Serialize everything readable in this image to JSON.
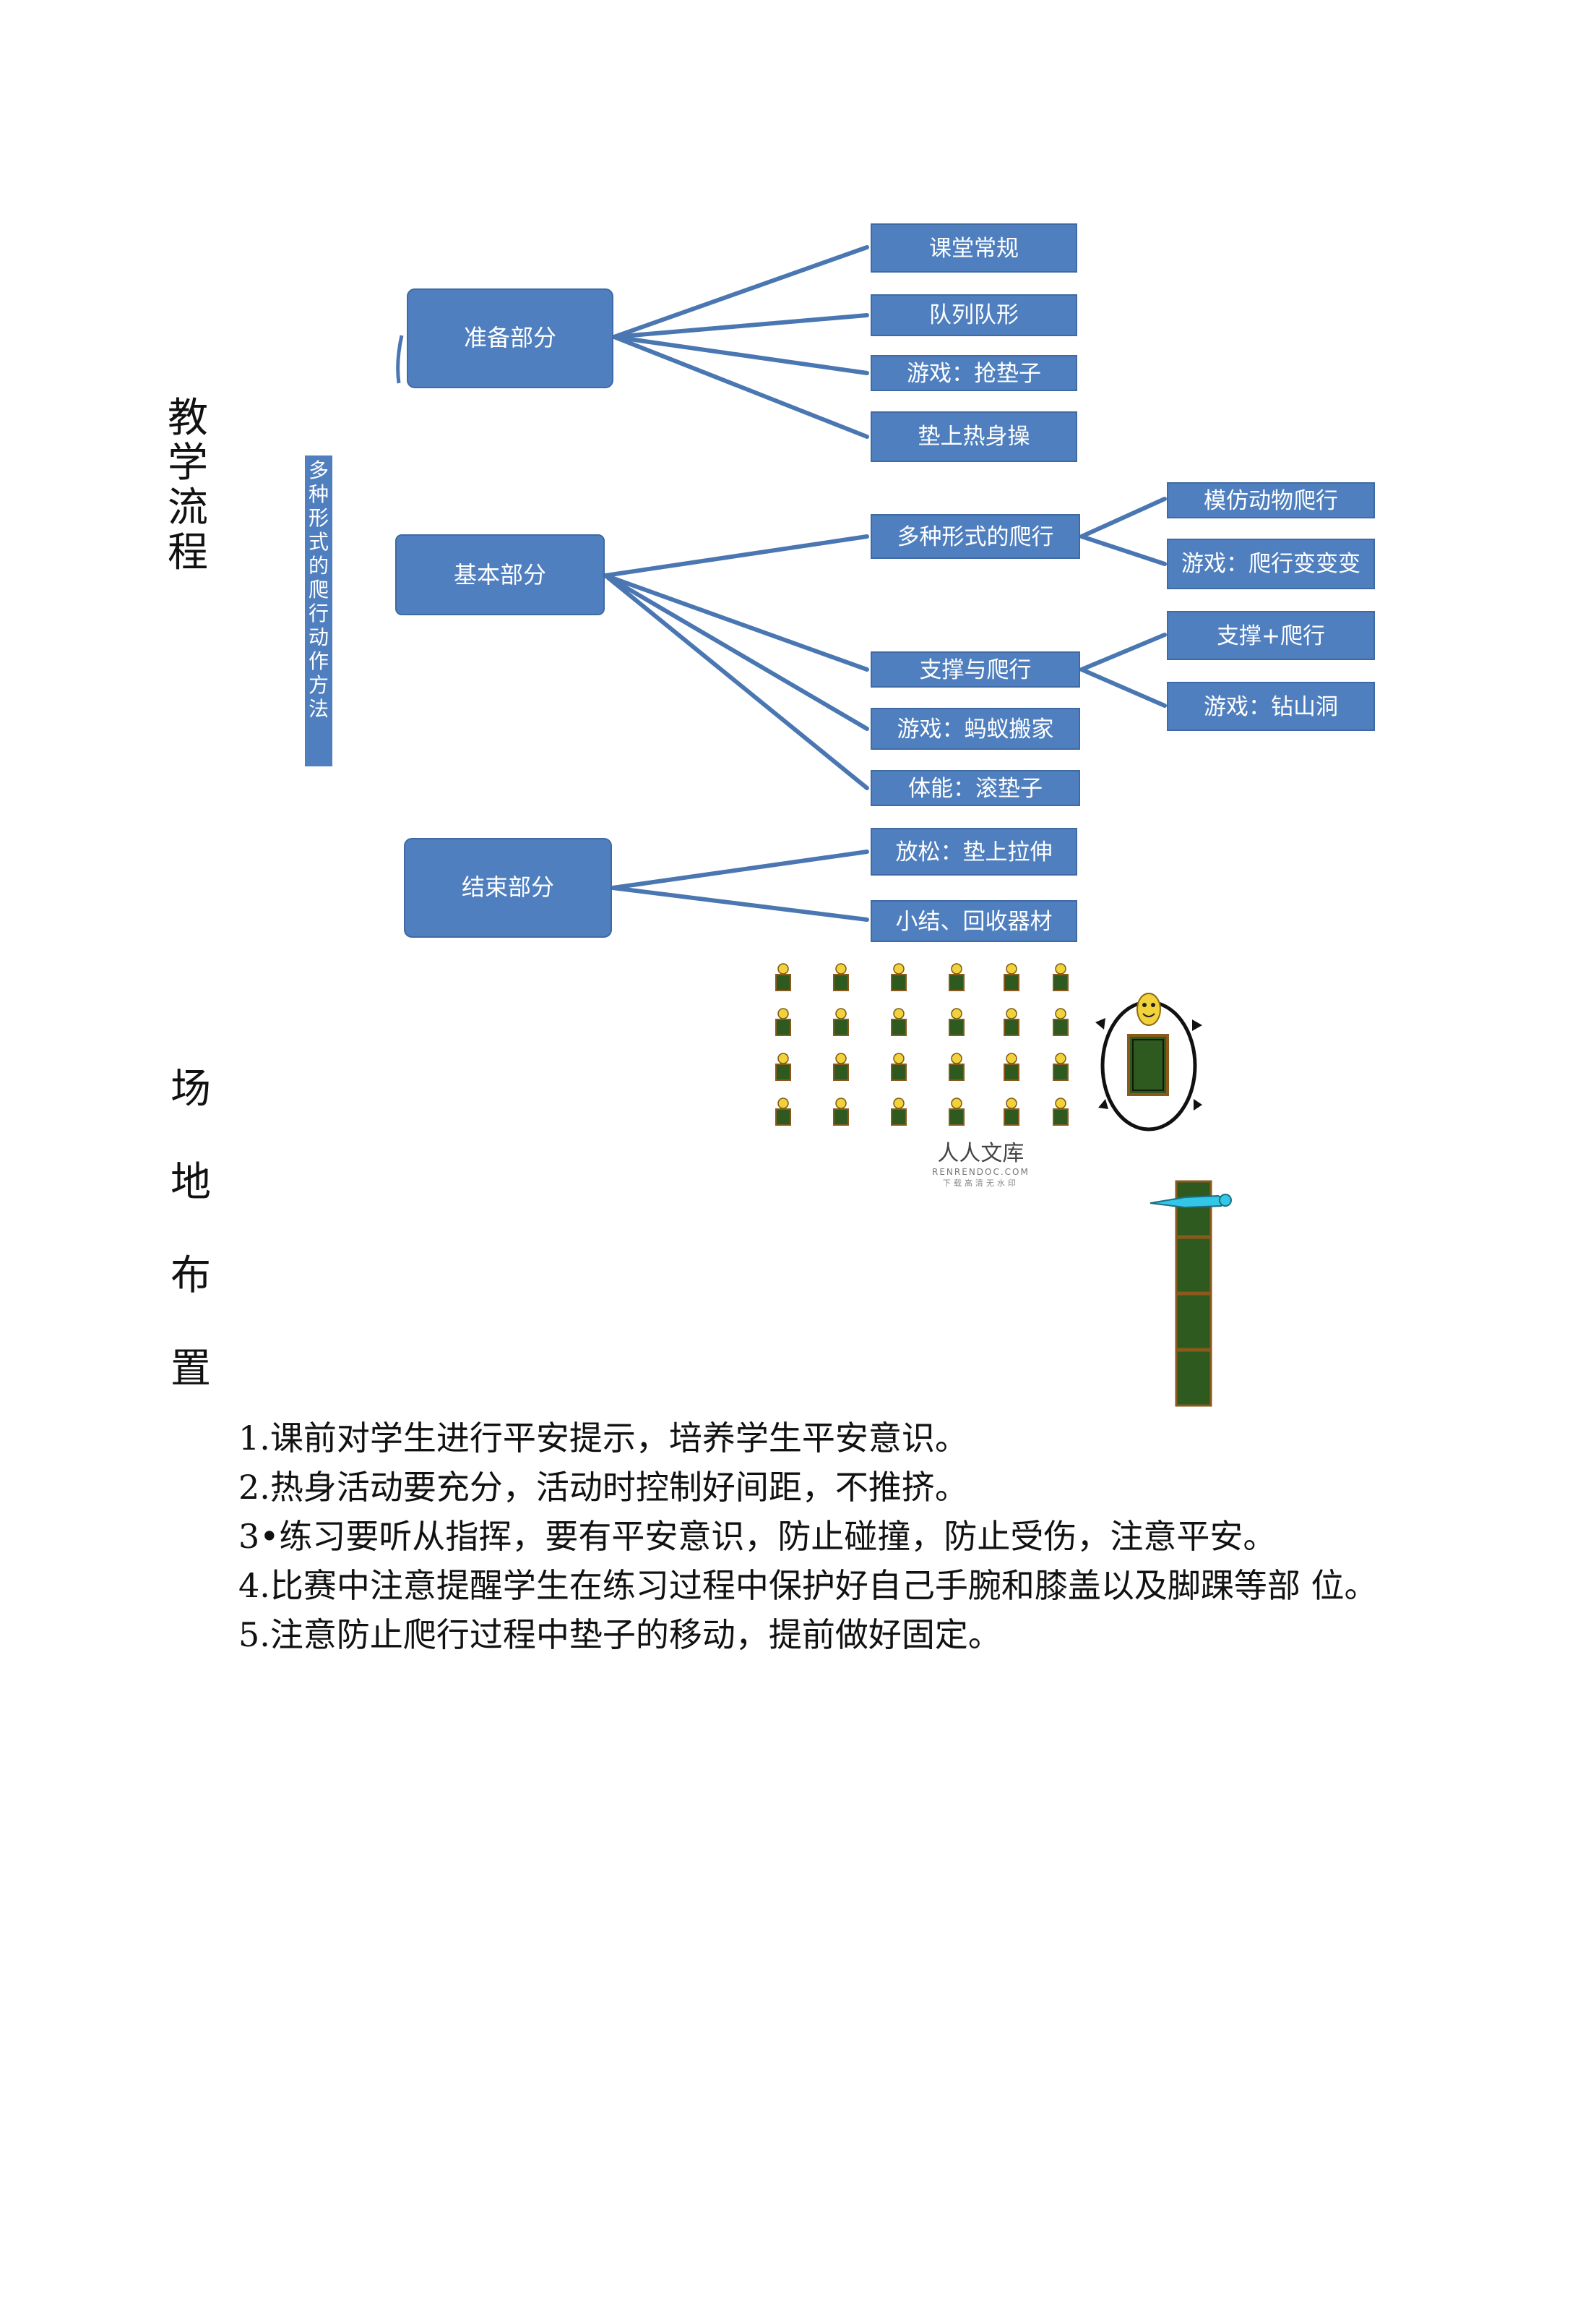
{
  "section_labels": {
    "teaching_flow": [
      "教",
      "学",
      "流",
      "程"
    ],
    "venue_layout": [
      "场",
      "地",
      "布",
      "置"
    ]
  },
  "flow": {
    "vertical_title": "多种形式的爬行动作方法",
    "prep": {
      "label": "准备部分",
      "children": [
        "课堂常规",
        "队列队形",
        "游戏：抢垫子",
        "垫上热身操"
      ]
    },
    "basic": {
      "label": "基本部分",
      "crawl": "多种形式的爬行",
      "crawl_children": [
        "模仿动物爬行",
        "游戏：爬行变变变"
      ],
      "support": "支撑与爬行",
      "support_children": [
        "支撑+爬行",
        "游戏：钻山洞"
      ],
      "ant": "游戏：蚂蚁搬家",
      "fitness": "体能：滚垫子"
    },
    "end": {
      "label": "结束部分",
      "children": [
        "放松：垫上拉伸",
        "小结、回收器材"
      ]
    }
  },
  "watermark": {
    "main": "人人文库",
    "sub": "RENRENDOC.COM",
    "sub2": "下载高清无水印"
  },
  "notes": [
    "1.课前对学生进行平安提示，培养学生平安意识。",
    "2.热身活动要充分，活动时控制好间距，不推挤。",
    "3•练习要听从指挥，要有平安意识，防止碰撞，防止受伤，注意平安。",
    "4.比赛中注意提醒学生在练习过程中保护好自己手腕和膝盖以及脚踝等部  位。",
    "5.注意防止爬行过程中垫子的移动，提前做好固定。"
  ],
  "colors": {
    "node_fill": "#4f7fbf",
    "edge": "#4a77b2",
    "mat_fill": "#2f5a1f",
    "mat_border": "#8a5a1c",
    "smiley": "#f2d23a",
    "cyan_figure": "#33c6e6"
  }
}
